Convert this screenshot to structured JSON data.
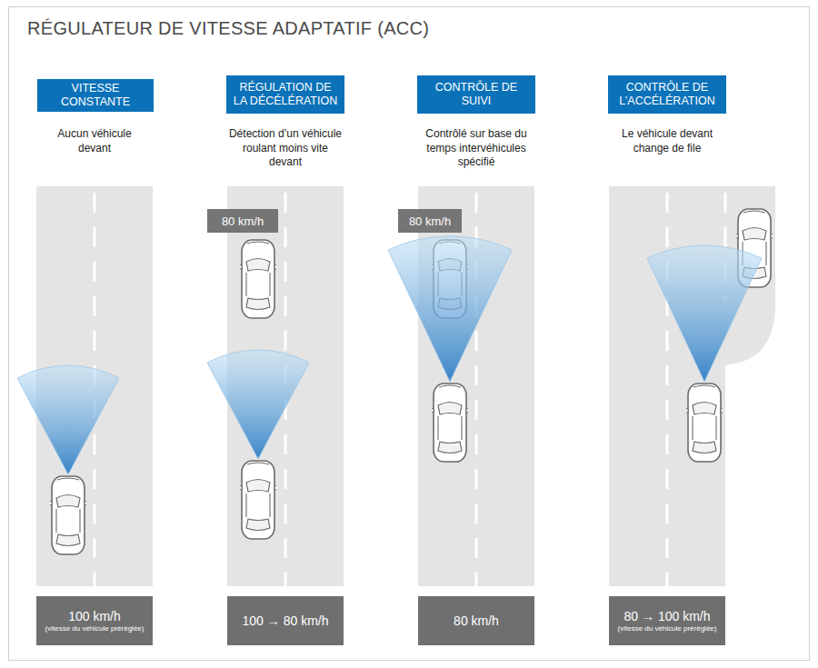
{
  "diagram": {
    "title": "RÉGULATEUR DE VITESSE ADAPTATIF (ACC)",
    "nodes": [
      {
        "text": [
          "VITESSE CONSTANTE"
        ]
      },
      {
        "text": [
          "RÉGULATION DE LA DÉCÉLÉRATION"
        ]
      },
      {
        "text": [
          "CONTRÔLE DE SUIVI"
        ]
      },
      {
        "text": [
          "CONTRÔLE DE L’ACCÉLÉRATION"
        ]
      },
      {
        "text": [
          "80 km/h"
        ]
      },
      {
        "text": [
          "80 km/h"
        ]
      },
      {
        "text": [
          "100 km/h",
          "(vitesse du véhicule préréglée)"
        ]
      },
      {
        "text": [
          "100 → 80 km/h"
        ]
      },
      {
        "text": [
          "80 km/h"
        ]
      },
      {
        "text": [
          "80 → 100 km/h",
          "(vitesse du véhicule préréglée)"
        ]
      }
    ],
    "labels": [
      "Aucun véhicule devant",
      "Détection d’un véhicule roulant moins vite devant",
      "Contrôlé sur base du temps intervéhicules spécifié",
      "Le véhicule devant change de file"
    ]
  }
}
